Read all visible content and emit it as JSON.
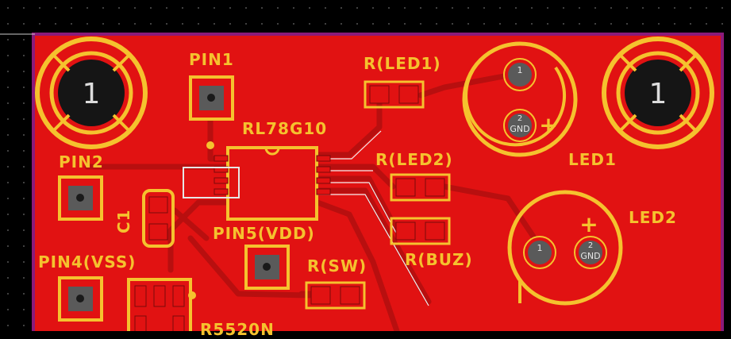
{
  "labels": {
    "pin1": "PIN1",
    "pin2": "PIN2",
    "pin4": "PIN4(VSS)",
    "pin5": "PIN5(VDD)",
    "chip": "RL78G10",
    "c1": "C1",
    "r_led1": "R(LED1)",
    "r_led2": "R(LED2)",
    "r_buz": "R(BUZ)",
    "r_sw": "R(SW)",
    "led1": "LED1",
    "led2": "LED2",
    "bottom_partial": "R5520N"
  },
  "pads": {
    "mount_left": "1",
    "mount_right": "1",
    "led1_pin1": "1",
    "led1_pin2_num": "2",
    "led1_pin2_gnd": "GND",
    "led2_pin1": "1",
    "led2_pin2_num": "2",
    "led2_pin2_gnd": "GND",
    "polarity_plus": "+"
  },
  "colors": {
    "background": "#000000",
    "copper": "#e11212",
    "trace": "#b80f0f",
    "silkscreen": "#f5c22e",
    "board_outline": "#8b1a7a",
    "pad": "#5a5a5a"
  }
}
